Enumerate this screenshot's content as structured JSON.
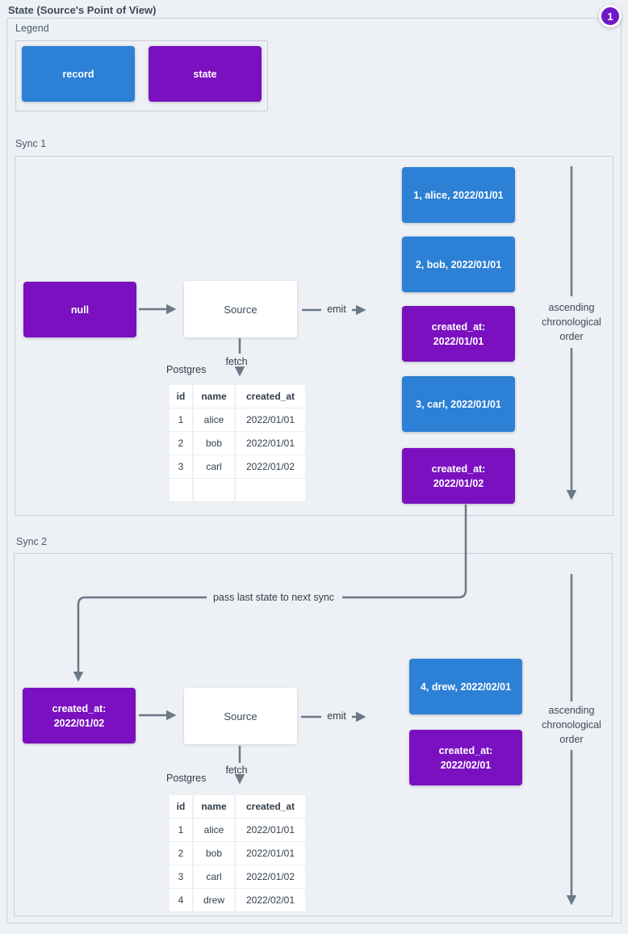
{
  "title": "State (Source's Point of View)",
  "badge": "1",
  "colors": {
    "record": "#2c80d5",
    "state": "#7a10bf",
    "background": "#edf0f4",
    "frame_border": "#c7cfda",
    "arrow": "#6b7888",
    "badge_bg": "#7118c9",
    "text": "#3e4a5a"
  },
  "legend": {
    "label": "Legend",
    "items": [
      {
        "type": "record",
        "label": "record"
      },
      {
        "type": "state",
        "label": "state"
      }
    ]
  },
  "sync1": {
    "label": "Sync 1",
    "state_in": "null",
    "source": "Source",
    "emit": "emit",
    "fetch": "fetch",
    "db": "Postgres",
    "order_note": "ascending\nchronological\norder",
    "messages": [
      {
        "type": "record",
        "text": "1, alice, 2022/01/01"
      },
      {
        "type": "record",
        "text": "2, bob, 2022/01/01"
      },
      {
        "type": "state",
        "text": "created_at:\n2022/01/01"
      },
      {
        "type": "record",
        "text": "3, carl, 2022/01/01"
      },
      {
        "type": "state",
        "text": "created_at:\n2022/01/02"
      }
    ],
    "table": {
      "headers": [
        "id",
        "name",
        "created_at"
      ],
      "rows": [
        [
          "1",
          "alice",
          "2022/01/01"
        ],
        [
          "2",
          "bob",
          "2022/01/01"
        ],
        [
          "3",
          "carl",
          "2022/01/02"
        ],
        [
          "",
          "",
          ""
        ]
      ]
    }
  },
  "connector": {
    "label": "pass last state to next sync"
  },
  "sync2": {
    "label": "Sync 2",
    "state_in": "created_at:\n2022/01/02",
    "source": "Source",
    "emit": "emit",
    "fetch": "fetch",
    "db": "Postgres",
    "order_note": "ascending\nchronological\norder",
    "messages": [
      {
        "type": "record",
        "text": "4, drew, 2022/02/01"
      },
      {
        "type": "state",
        "text": "created_at:\n2022/02/01"
      }
    ],
    "table": {
      "headers": [
        "id",
        "name",
        "created_at"
      ],
      "rows": [
        [
          "1",
          "alice",
          "2022/01/01"
        ],
        [
          "2",
          "bob",
          "2022/01/01"
        ],
        [
          "3",
          "carl",
          "2022/01/02"
        ],
        [
          "4",
          "drew",
          "2022/02/01"
        ]
      ]
    }
  }
}
